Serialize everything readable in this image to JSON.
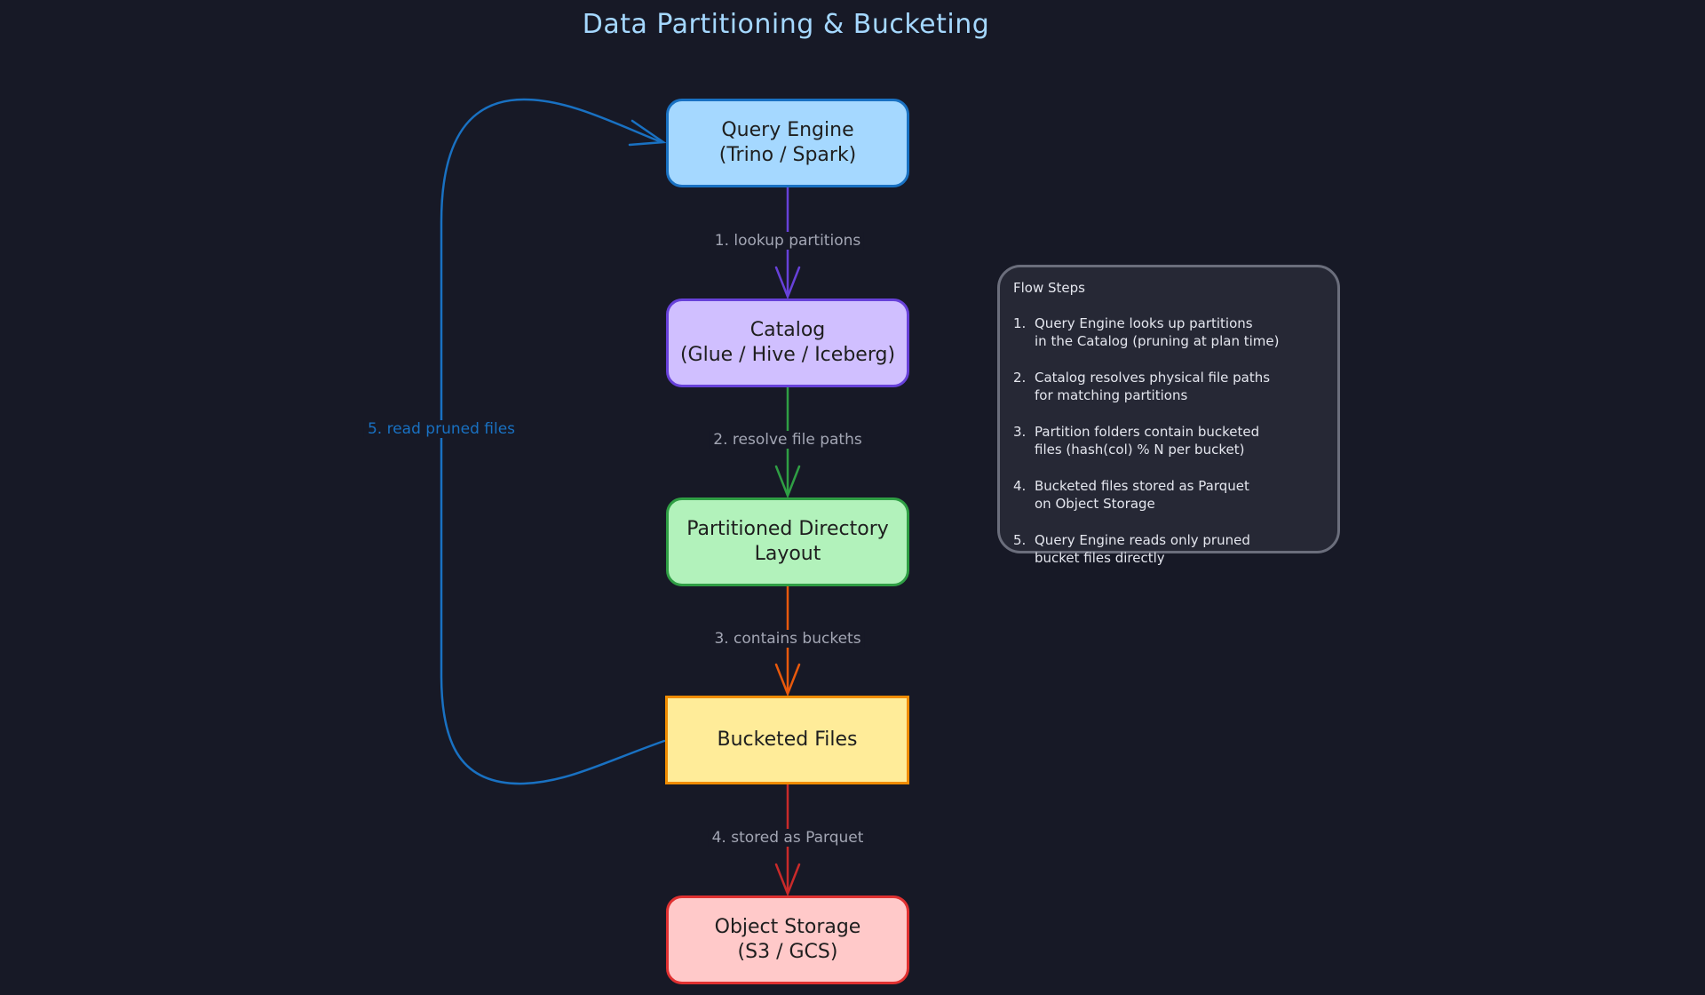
{
  "title": "Data Partitioning & Bucketing",
  "nodes": {
    "query_engine": {
      "line1": "Query Engine",
      "line2": "(Trino / Spark)",
      "fill": "#a5d8ff",
      "stroke": "#1971c2"
    },
    "catalog": {
      "line1": "Catalog",
      "line2": "(Glue / Hive / Iceberg)",
      "fill": "#d0bfff",
      "stroke": "#6741d9"
    },
    "partitioned_layout": {
      "line1": "Partitioned Directory",
      "line2": "Layout",
      "fill": "#b2f2bb",
      "stroke": "#2f9e44"
    },
    "bucketed_files": {
      "line1": "Bucketed Files",
      "fill": "#ffec99",
      "stroke": "#f08c00"
    },
    "object_storage": {
      "line1": "Object Storage",
      "line2": "(S3 / GCS)",
      "fill": "#ffc9c9",
      "stroke": "#e03131"
    }
  },
  "edges": {
    "lookup": {
      "label": "1. lookup partitions",
      "color": "#6741d9"
    },
    "resolve": {
      "label": "2. resolve file paths",
      "color": "#2f9e44"
    },
    "contains": {
      "label": "3. contains buckets",
      "color": "#e8590c"
    },
    "stored": {
      "label": "4. stored as Parquet",
      "color": "#c92a2a"
    },
    "read": {
      "label": "5. read pruned files",
      "color": "#1971c2"
    }
  },
  "flow_steps": {
    "title": "Flow Steps",
    "items": [
      {
        "num": "1.",
        "line1": "Query Engine looks up partitions",
        "line2": "in the Catalog (pruning at plan time)"
      },
      {
        "num": "2.",
        "line1": "Catalog resolves physical file paths",
        "line2": "for matching partitions"
      },
      {
        "num": "3.",
        "line1": "Partition folders contain bucketed",
        "line2": "files (hash(col) % N per bucket)"
      },
      {
        "num": "4.",
        "line1": "Bucketed files stored as Parquet",
        "line2": "on Object Storage"
      },
      {
        "num": "5.",
        "line1": "Query Engine reads only pruned",
        "line2": "bucket files directly"
      }
    ]
  }
}
